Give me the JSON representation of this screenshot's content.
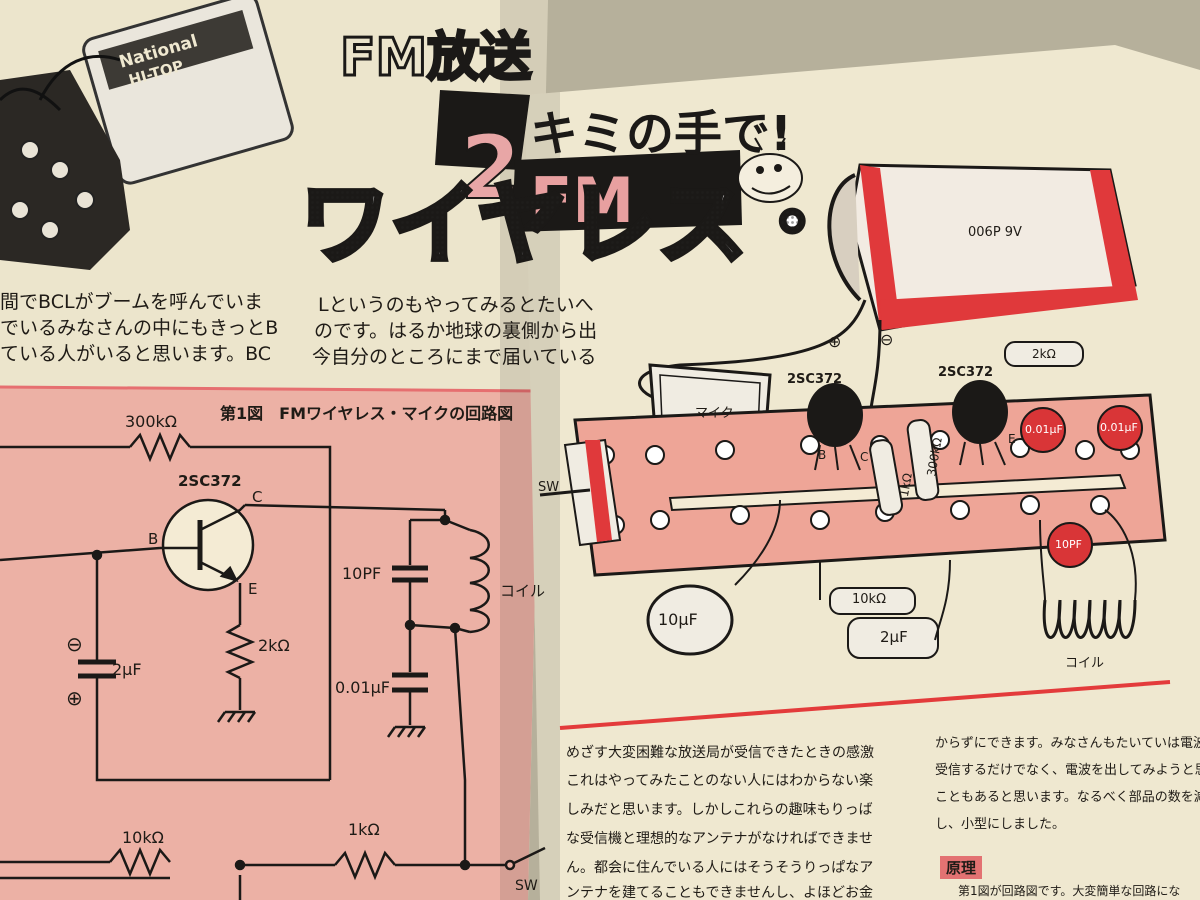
{
  "title": {
    "line1": "FM放送",
    "line2": "キミの手で!",
    "line3": "ワイヤレス・マイク",
    "number": "2",
    "badge": "FM"
  },
  "left_page": {
    "paragraph": [
      "間でBCLがブームを呼んでいま",
      "でいるみなさんの中にもきっとB",
      "ている人がいると思います。BC"
    ],
    "paragraph2": [
      "Lというのもやってみるとたいへ",
      "のです。はるか地球の裏側から出",
      "今自分のところにまで届いている"
    ],
    "figure_caption": "第1図　FMワイヤレス・マイクの回路図"
  },
  "battery_label": [
    "National",
    "HI-TOP"
  ],
  "schematic": {
    "r_top": "300kΩ",
    "transistor": "2SC372",
    "pin_b": "B",
    "pin_c": "C",
    "pin_e": "E",
    "r_emitter": "2kΩ",
    "cap_10pf": "10PF",
    "coil": "コイル",
    "cap_001": "0.01μF",
    "cap_2uf": "2μF",
    "minus": "⊖",
    "plus": "⊕",
    "r_bottom_left": "10kΩ",
    "r_bottom": "1kΩ",
    "sw": "SW"
  },
  "wiring": {
    "battery": "006P 9V",
    "plus": "⊕",
    "minus": "⊖",
    "t1": "2SC372",
    "t2": "2SC372",
    "mic": "マイク",
    "r_2k": "2kΩ",
    "r_1k": "1kΩ",
    "r_300k": "300kΩ",
    "c_001_a": "0.01μF",
    "c_001_b": "0.01μF",
    "c_10pf": "10PF",
    "c_10uf": "10μF",
    "r_10k": "10kΩ",
    "c_2uf": "2μF",
    "coil": "コイル",
    "sw": "SW",
    "pin_b": "B",
    "pin_c": "C",
    "pin_e": "E"
  },
  "right_page": {
    "col1": [
      "めざす大変困難な放送局が受信できたときの感激",
      "これはやってみたことのない人にはわからない楽",
      "しみだと思います。しかしこれらの趣味もりっば",
      "な受信機と理想的なアンテナがなければできませ",
      "ん。都会に住んでいる人にはそうそうりっぱなア",
      "ンテナを建てることもできませんし、よほどお金"
    ],
    "col2": [
      "からずにできます。みなさんもたいていは電波を",
      "受信するだけでなく、電波を出してみようと思う",
      "こともあると思います。なるべく部品の数を減ら",
      "し、小型にしました。"
    ],
    "section_label": "原理",
    "section_text": "第1図が回路図です。大変簡単な回路にな"
  },
  "colors": {
    "pink": "#ecb1a5",
    "red": "#d93537",
    "paper": "#efe7cf",
    "ink": "#1f1b16"
  }
}
